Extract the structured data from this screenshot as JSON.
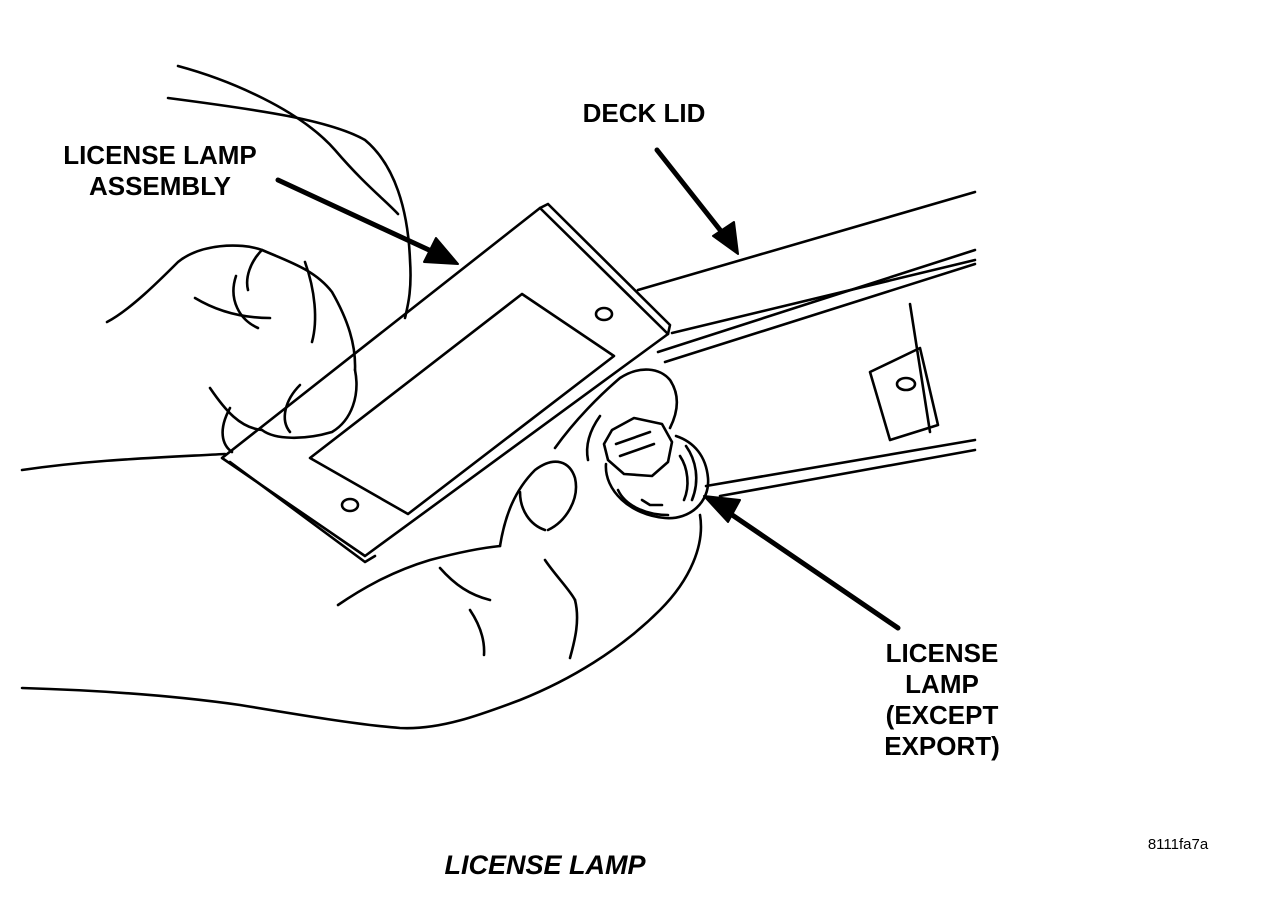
{
  "callouts": {
    "license_lamp_assembly": [
      "LICENSE LAMP",
      "ASSEMBLY"
    ],
    "deck_lid": "DECK LID",
    "license_lamp": [
      "LICENSE",
      "LAMP",
      "(EXCEPT",
      "EXPORT)"
    ]
  },
  "caption": "LICENSE LAMP",
  "figure_code": "8111fa7a",
  "colors": {
    "line": "#000000",
    "background": "#ffffff"
  }
}
